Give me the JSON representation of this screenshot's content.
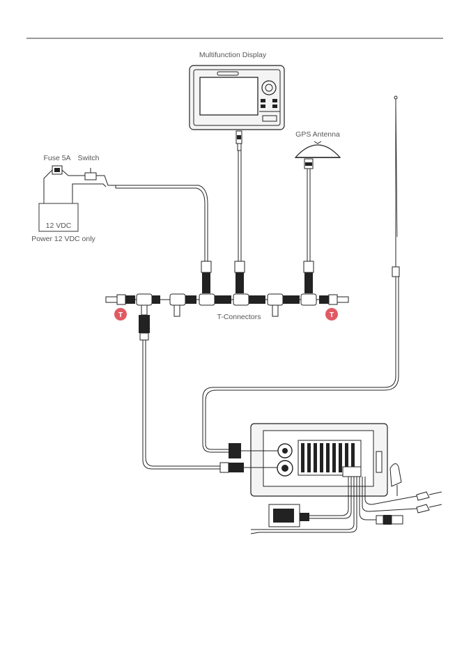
{
  "labels": {
    "mfd": "Multifunction Display",
    "gps": "GPS Antenna",
    "fuse": "Fuse 5A",
    "switch": "Switch",
    "battery": "12 VDC",
    "power_note": "Power 12 VDC only",
    "tconn": "T-Connectors"
  },
  "terminator": "T",
  "colors": {
    "terminator": "#e15a63",
    "line": "#222222",
    "text": "#555555"
  },
  "icons": [
    "terminator-icon",
    "t-connector-icon",
    "antenna-icon",
    "battery-icon",
    "fuse-icon",
    "switch-icon"
  ]
}
